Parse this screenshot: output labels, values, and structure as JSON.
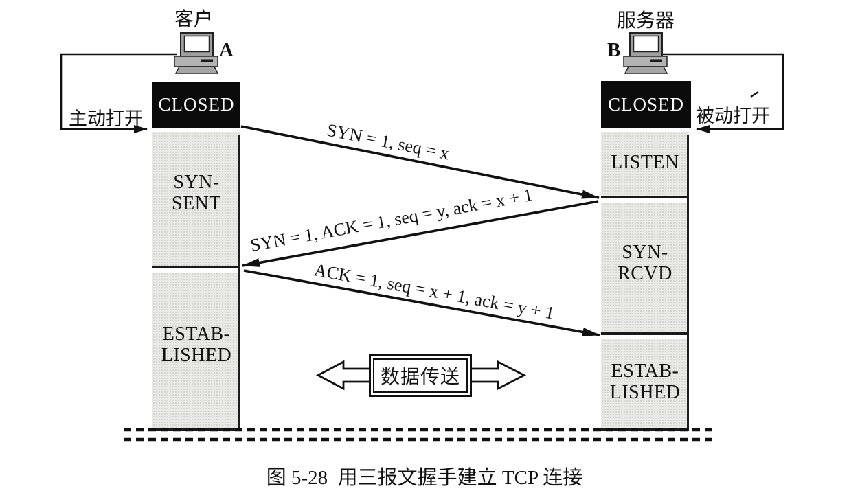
{
  "figure_caption": "图 5-28  用三报文握手建立 TCP 连接",
  "client": {
    "role": "客户",
    "host": "A",
    "open_action": "主动打开",
    "state_closed": "CLOSED",
    "state_syn_sent": [
      "SYN-",
      "SENT"
    ],
    "state_established": [
      "ESTAB-",
      "LISHED"
    ]
  },
  "server": {
    "role": "服务器",
    "host": "B",
    "open_action": "被动打开",
    "state_closed": "CLOSED",
    "state_listen": "LISTEN",
    "state_syn_rcvd": [
      "SYN-",
      "RCVD"
    ],
    "state_established": [
      "ESTAB-",
      "LISHED"
    ]
  },
  "messages": {
    "segment1": "SYN = 1, seq = x",
    "segment2": "SYN = 1, ACK = 1, seq = y, ack = x + 1",
    "segment3": "ACK = 1, seq = x + 1, ack = y + 1"
  },
  "data_transfer_label": "数据传送",
  "icons": {
    "client_computer": "desktop-computer-icon",
    "server_computer": "desktop-computer-icon"
  },
  "colors": {
    "ink": "#111111",
    "timeline_fill": "#e9e9e6",
    "state_box_fill": "#0b0b0b",
    "state_box_text": "#ffffff"
  }
}
